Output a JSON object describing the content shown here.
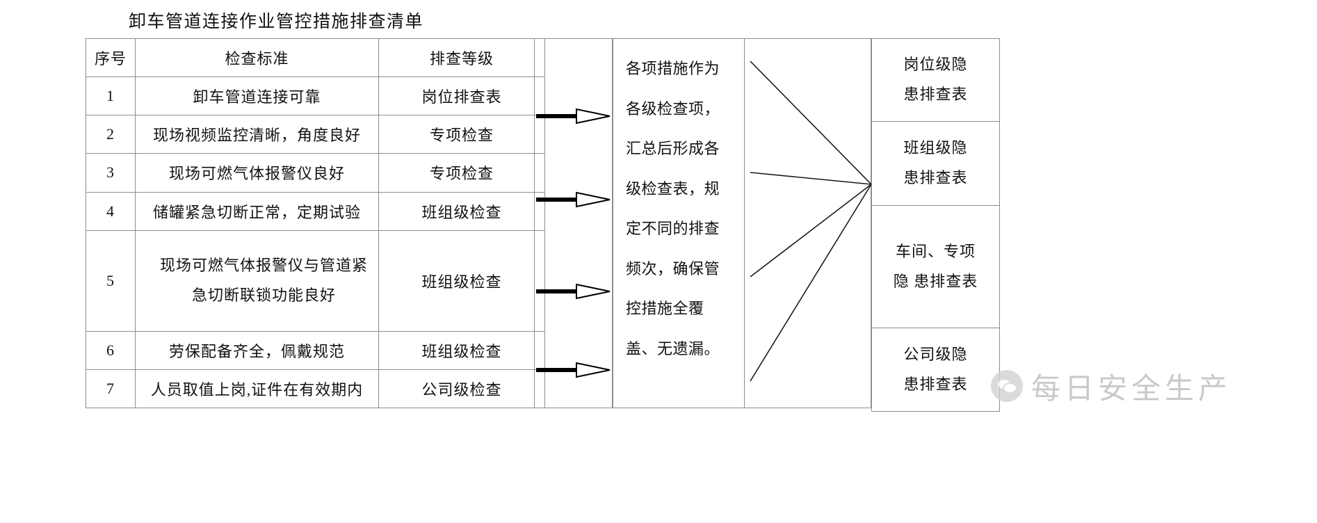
{
  "document": {
    "title": "卸车管道连接作业管控措施排查清单"
  },
  "checklist": {
    "headers": {
      "no": "序号",
      "standard": "检查标准",
      "level": "排查等级"
    },
    "rows": [
      {
        "no": "1",
        "standard": "卸车管道连接可靠",
        "level": "岗位排查表"
      },
      {
        "no": "2",
        "standard": "现场视频监控清晰，角度良好",
        "level": "专项检查"
      },
      {
        "no": "3",
        "standard": "现场可燃气体报警仪良好",
        "level": "专项检查"
      },
      {
        "no": "4",
        "standard": "储罐紧急切断正常，定期试验",
        "level": "班组级检查"
      },
      {
        "no": "5",
        "standard_line1": "现场可燃气体报警仪与管道紧",
        "standard_line2": "急切断联锁功能良好",
        "level": "班组级检查"
      },
      {
        "no": "6",
        "standard": "劳保配备齐全，佩戴规范",
        "level": "班组级检查"
      },
      {
        "no": "7",
        "standard": "人员取值上岗,证件在有效期内",
        "level": "公司级检查"
      }
    ]
  },
  "arrows": {
    "icon_name": "right-arrow-icon",
    "count": 4
  },
  "note": {
    "text": "各项措施作为各级检查项，汇总后形成各级检查表，规定不同的排查频次，确保管控措施全覆盖、无遗漏。"
  },
  "outputs": {
    "items": [
      {
        "line1": "岗位级隐",
        "line2": "患排查表"
      },
      {
        "line1": "班组级隐",
        "line2": "患排查表"
      },
      {
        "line1": "车间、专项",
        "line2": "隐 患排查表"
      },
      {
        "line1": "公司级隐",
        "line2": "患排查表"
      }
    ]
  },
  "watermark": {
    "badge_icon": "wechat-icon",
    "text": "每日安全生产"
  },
  "colors": {
    "border": "#8d8d8d",
    "text": "#121212",
    "watermark": "#c9c9c9",
    "background": "#ffffff"
  }
}
